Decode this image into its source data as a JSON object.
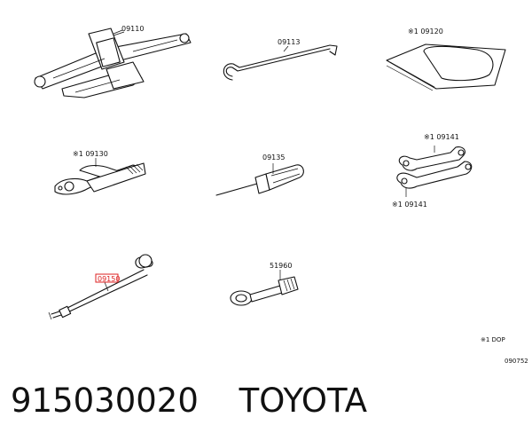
{
  "labels": {
    "jack": "09110",
    "handle": "09113",
    "mat": "※1 09120",
    "pliers": "※1 09130",
    "screwdriver": "09135",
    "wrench_top": "※1 09141",
    "wrench_bottom": "※1 09141",
    "lug_wrench": "09150",
    "hook": "51960",
    "dop": "※1 DOP",
    "ref": "090752"
  },
  "footer": {
    "part_number": "915030020",
    "brand": "TOYOTA"
  },
  "colors": {
    "highlight": "#dd2222"
  }
}
